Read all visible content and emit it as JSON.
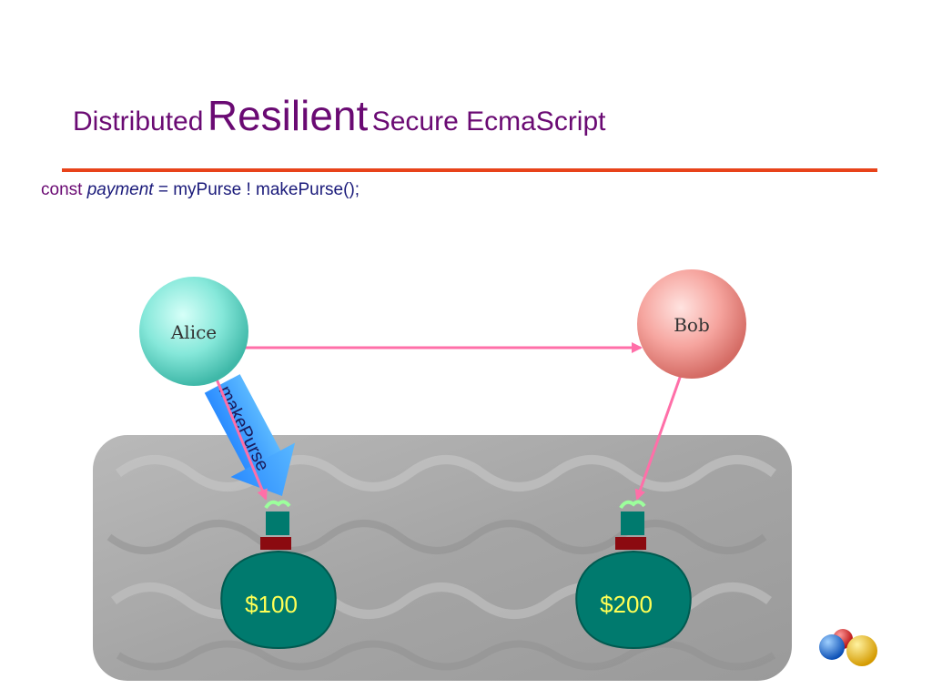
{
  "title": {
    "part1": "Distributed",
    "part2": "Resilient",
    "part3": "Secure EcmaScript"
  },
  "code": {
    "keyword": "const",
    "variable": "payment",
    "rest": "= myPurse ! makePurse();"
  },
  "diagram": {
    "alice": "Alice",
    "bob": "Bob",
    "message_label": "makePurse",
    "purse_alice_amount": "$100",
    "purse_bob_amount": "$200"
  },
  "colors": {
    "title": "#6a0a73",
    "rule": "#e8431a",
    "arrow": "#ff6fa8",
    "alice": "#7fe6d8",
    "bob": "#f7a09c",
    "purse": "#007a6e",
    "message": "#3aa0ff"
  },
  "icons": [
    "logo-balls-icon",
    "money-bag-icon"
  ]
}
